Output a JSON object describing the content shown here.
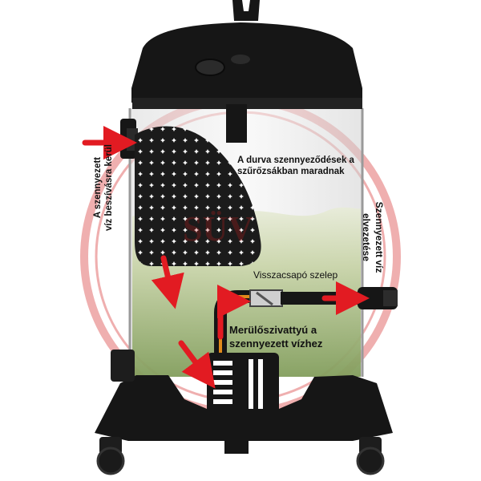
{
  "labels": {
    "inlet_line1": "A szennyezett",
    "inlet_line2": "víz beszívásra kerül",
    "filter_line1": "A durva szennyeződések a",
    "filter_line2": "szűrőzsákban maradnak",
    "outlet_line1": "Szennyezett víz",
    "outlet_line2": "elvezetése",
    "valve": "Visszacsapó szelep",
    "pump_line1": "Merülőszivattyú a",
    "pump_line2": "szennyezett vízhez"
  },
  "watermark": "SÜV",
  "colors": {
    "arrow": "#e21b22",
    "body": "#161616",
    "water_top": "#d6dcb9",
    "water_bottom": "#7f9a5a",
    "pipe_orange": "#e08a1a",
    "watermark": "#d21e1e"
  }
}
